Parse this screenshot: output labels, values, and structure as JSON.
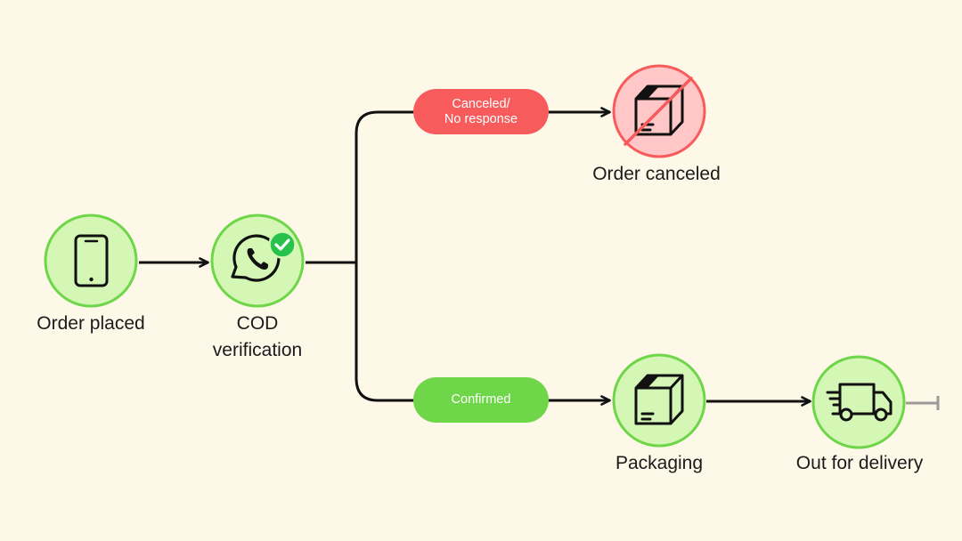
{
  "colors": {
    "background": "#fdf8e8",
    "node_fill_green": "#d4f7b6",
    "node_stroke_green": "#6fd649",
    "node_fill_red": "#ffc7c7",
    "node_stroke_red": "#f75b5b",
    "pill_red": "#f75b5b",
    "pill_green": "#6fd649",
    "check_badge": "#27c24c",
    "connector": "#111111"
  },
  "nodes": {
    "order_placed": {
      "label": "Order placed",
      "icon": "smartphone-icon"
    },
    "cod_verification": {
      "label_line1": "COD",
      "label_line2": "verification",
      "icon": "whatsapp-icon",
      "badge": "checkmark-badge-icon"
    },
    "order_canceled": {
      "label": "Order canceled",
      "icon": "package-crossed-icon"
    },
    "packaging": {
      "label": "Packaging",
      "icon": "package-icon"
    },
    "out_for_delivery": {
      "label": "Out for delivery",
      "icon": "delivery-truck-icon"
    }
  },
  "branches": {
    "canceled": {
      "line1": "Canceled/",
      "line2": "No response"
    },
    "confirmed": {
      "line1": "Confirmed"
    }
  }
}
